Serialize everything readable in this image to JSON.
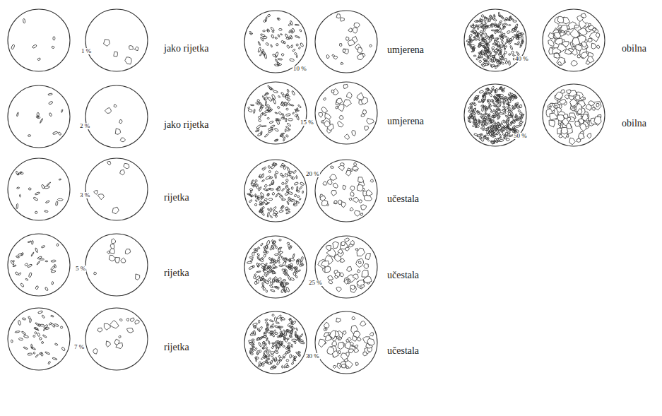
{
  "diagram": {
    "labels": [
      "1 %",
      "jako rijetka",
      "2 %",
      "jako rijetka",
      "3 %",
      "rijetka",
      "5 %",
      "rijetka",
      "7 %",
      "rijetka",
      "10 %",
      "umjerena",
      "15 %",
      "umjerena",
      "20 %",
      "učestala",
      "25 %",
      "učestala",
      "30 %",
      "učestala",
      "40 %",
      "obilna",
      "50 %",
      "obilna"
    ]
  }
}
